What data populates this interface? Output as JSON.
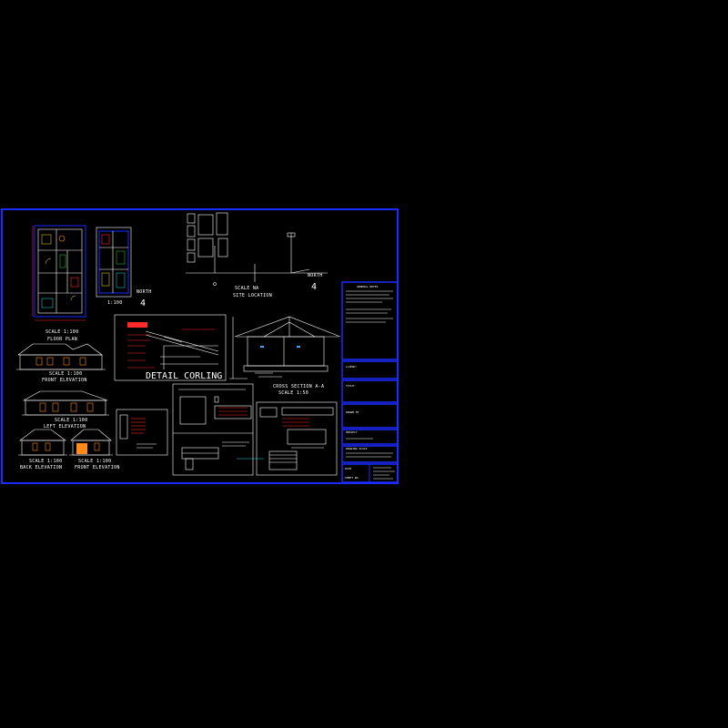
{
  "floor_plan": {
    "scale": "SCALE 1:100",
    "title": "FLOOR PLAN"
  },
  "first_floor": {
    "caption": "1:100"
  },
  "front_elevation_1": {
    "scale": "SCALE 1:100",
    "title": "FRONT ELEVATION"
  },
  "left_elevation": {
    "scale": "SCALE 1:100",
    "title": "LEFT ELEVATION"
  },
  "back_elevation": {
    "scale": "SCALE 1:100",
    "title": "BACK ELEVATION"
  },
  "front_elevation_2": {
    "scale": "SCALE 1:100",
    "title": "FRONT ELEVATION"
  },
  "site": {
    "scale": "SCALE NA",
    "title": "SITE LOCATION",
    "north": "NORTH",
    "north_arrow": "4"
  },
  "north_left": {
    "label": "NORTH",
    "arrow": "4"
  },
  "detail": {
    "title": "DETAIL CORLING"
  },
  "cross_section": {
    "title": "CROSS SECTION A-A",
    "scale": "SCALE 1:50"
  },
  "title_block": {
    "notes_heading": "GENERAL NOTES",
    "client": "CLIENT:",
    "title": "TITLE:",
    "drawn_by": "DRAWN BY",
    "project": "PROJECT",
    "drawing_scale": "DRAWING SCALE",
    "date": "DATE",
    "sheet": "SHEET NO."
  },
  "colors": {
    "frame": "#1a2cff",
    "text": "#ffffff",
    "accent_red": "#ff2a2a",
    "accent_yellow": "#f5e12a",
    "accent_orange": "#ff8a1a"
  }
}
